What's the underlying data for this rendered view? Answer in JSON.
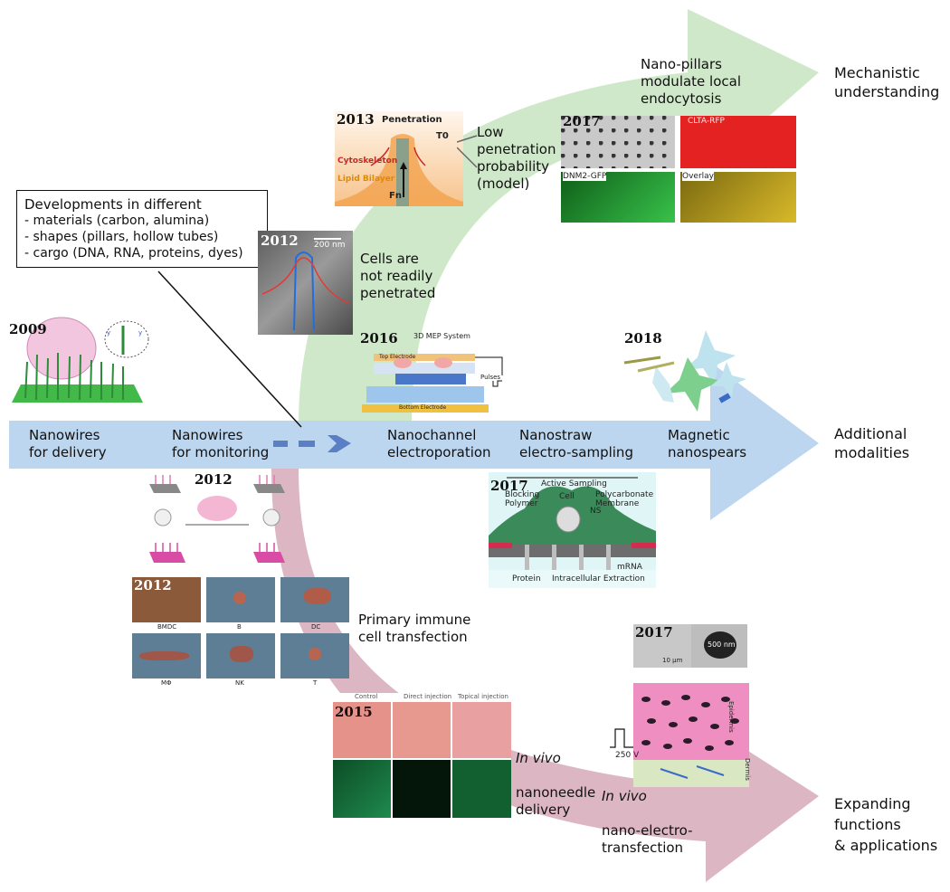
{
  "outcomes": {
    "mechanistic": "Mechanistic\nunderstanding",
    "additional": "Additional\nmodalities",
    "expanding": "Expanding\nfunctions\n& applications"
  },
  "box": {
    "heading": "Developments in different",
    "items": [
      "- materials (carbon, alumina)",
      "- shapes (pillars, hollow tubes)",
      "- cargo (DNA, RNA, proteins, dyes)"
    ]
  },
  "timeline_labels": {
    "delivery": "Nanowires\nfor delivery",
    "monitoring": "Nanowires\nfor monitoring",
    "electroporation": "Nanochannel\nelectroporation",
    "sampling": "Nanostraw\nelectro-sampling",
    "nanospears": "Magnetic\nnanospears"
  },
  "upper_labels": {
    "pillars": "Nano-pillars\nmodulate local\nendocytosis",
    "low_penetration": "Low\npenetration\nprobability\n(model)",
    "not_penetrated": "Cells are\nnot readily\npenetrated"
  },
  "lower_labels": {
    "immune": "Primary immune\ncell transfection",
    "nanoneedle_italic": "In vivo",
    "nanoneedle_rest": "nanoneedle\ndelivery",
    "electro_italic": "In vivo",
    "electro_rest": "nano-electro-\ntransfection"
  },
  "years": {
    "y2009": "2009",
    "y2012_monitor": "2012",
    "y2012_immune": "2012",
    "y2012_penetration": "2012",
    "y2013": "2013",
    "y2016": "2016",
    "y2017_pillars": "2017",
    "y2017_straw": "2017",
    "y2017_invivo": "2017",
    "y2018": "2018",
    "y2015": "2015"
  },
  "panel_text": {
    "penetration": "Penetration",
    "t0": "T0",
    "cytoskeleton": "Cytoskeleton",
    "lipid_bilayer": "Lipid Bilayer",
    "fn": "Fn",
    "clta": "CLTA-RFP",
    "dnm2": "DNM2-GFP",
    "overlay": "Overlay",
    "mep_title": "3D MEP System",
    "top_electrode": "Top Electrode",
    "bottom_electrode": "Bottom Electrode",
    "pulses": "Pulses",
    "active_sampling": "Active Sampling",
    "blocking_polymer": "Blocking\nPolymer",
    "cell": "Cell",
    "ns": "NS",
    "polycarbonate": "Polycarbonate\nMembrane",
    "mrna": "mRNA",
    "protein": "Protein",
    "intracellular": "Intracellular Extraction",
    "control": "Control",
    "direct": "Direct injection",
    "topical": "Topical injection",
    "voltage": "250 V",
    "scale_500": "500 nm",
    "scale_10": "10 μm",
    "epidermis": "Epidermis",
    "dermis": "Dermis",
    "scale_200": "200 nm",
    "immune_cells": [
      "BMDC",
      "B",
      "DC",
      "MΦ",
      "NK",
      "T"
    ]
  },
  "colors": {
    "upper_arrow": "#cfe8c9",
    "middle_arrow": "#bcd6ef",
    "lower_arrow": "#d6a9b7",
    "dash_arrow": "#5b7fc4"
  }
}
